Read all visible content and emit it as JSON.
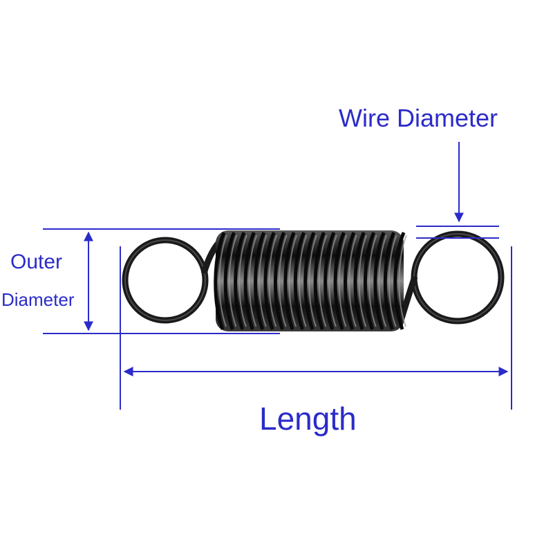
{
  "labels": {
    "wire_diameter": "Wire Diameter",
    "outer": "Outer",
    "diameter": "Diameter",
    "length": "Length"
  },
  "colors": {
    "dimension": "#2b2bc9",
    "spring": "#1f1f1f",
    "background": "#ffffff"
  },
  "spring": {
    "coil_count": 19
  }
}
